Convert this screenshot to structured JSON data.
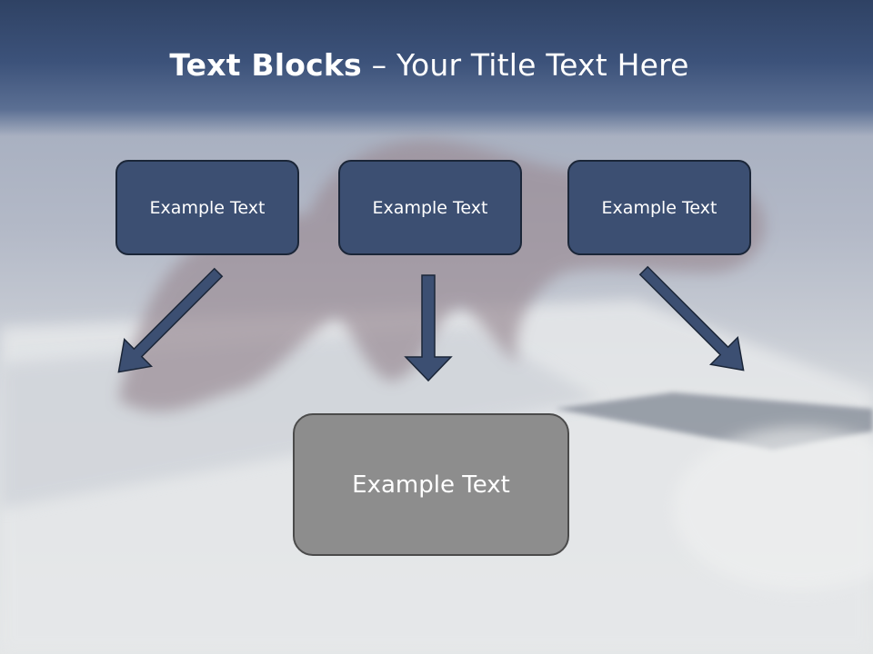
{
  "slide": {
    "title_bold": "Text Blocks",
    "title_dash": " – ",
    "title_rest": "Your Title Text Here"
  },
  "blocks": {
    "top": [
      "Example Text",
      "Example Text",
      "Example Text"
    ],
    "bottom": "Example Text"
  },
  "colors": {
    "box_fill": "#3c4f72",
    "box_border": "#1b2638",
    "bottom_fill": "#8d8d8d",
    "arrow_fill": "#3c4f72",
    "title_band": "#3c527a"
  },
  "background": {
    "photo_subject": "hand-typing-on-laptop-keyboard"
  }
}
